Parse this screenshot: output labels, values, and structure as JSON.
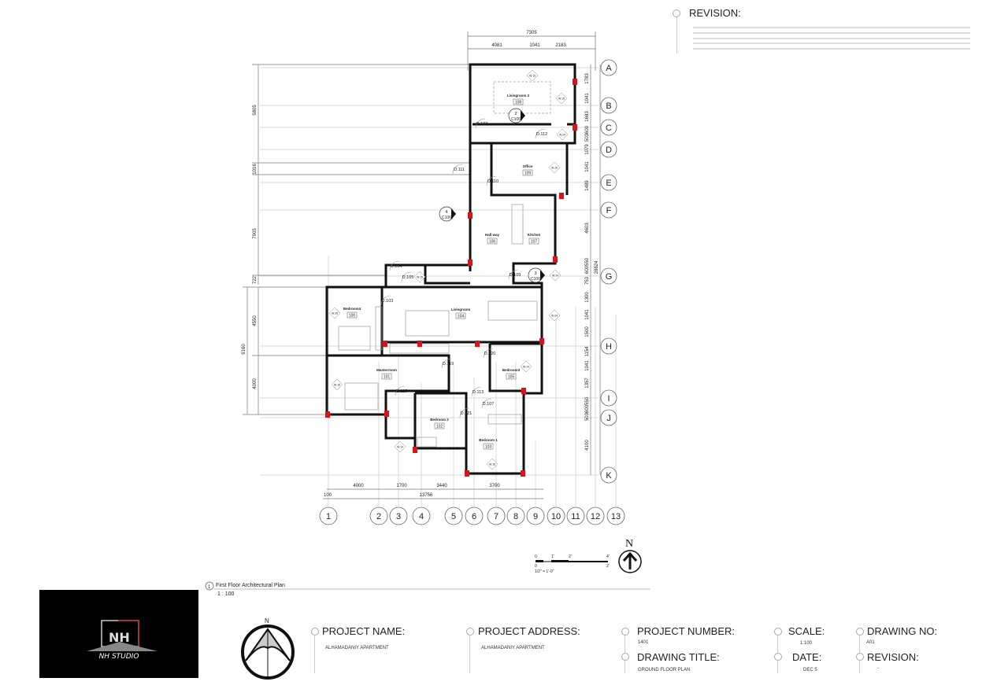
{
  "revision_block": {
    "label": "REVISION:"
  },
  "plan": {
    "rooms": [
      {
        "name": "Livingroom 2",
        "number": "108"
      },
      {
        "name": "Office",
        "number": "109"
      },
      {
        "name": "Hall way",
        "number": "106"
      },
      {
        "name": "Kitchen",
        "number": "107"
      },
      {
        "name": "Livingroom",
        "number": "104"
      },
      {
        "name": "Bedroom4",
        "number": "100"
      },
      {
        "name": "Masterroom",
        "number": "101"
      },
      {
        "name": "Bedroom3",
        "number": "105"
      },
      {
        "name": "Bedroom 2",
        "number": "102"
      },
      {
        "name": "Bedroom 1",
        "number": "103"
      }
    ],
    "doors": [
      "D.111",
      "D.110",
      "D.122",
      "D.112",
      "D.104",
      "D.105",
      "D.103",
      "D.109",
      "D.120",
      "D.119",
      "D.115",
      "D.113",
      "D.107",
      "D.121"
    ],
    "windows": [
      "W.15",
      "W.15",
      "W.24",
      "W.15",
      "W.24",
      "W.15",
      "W.15",
      "W.24",
      "W.15",
      "W.14",
      "W.16",
      "W.14"
    ],
    "section_markers": [
      {
        "num": "2",
        "sheet": "C106"
      },
      {
        "num": "4",
        "sheet": "C106"
      },
      {
        "num": "3",
        "sheet": "C106"
      }
    ],
    "grid_letters": [
      "A",
      "B",
      "C",
      "D",
      "E",
      "F",
      "G",
      "H",
      "I",
      "J",
      "K"
    ],
    "grid_numbers": [
      "1",
      "2",
      "3",
      "4",
      "5",
      "6",
      "7",
      "8",
      "9",
      "10",
      "11",
      "12",
      "13"
    ],
    "dims_top": [
      "7305",
      "4081",
      "1041",
      "2183"
    ],
    "dims_bottom": [
      "4000",
      "1700",
      "3440",
      "3700",
      "100",
      "13756"
    ],
    "dims_left": [
      "5805",
      "1016",
      "7905",
      "722",
      "4550",
      "9160",
      "4000"
    ],
    "dims_right": [
      "1783",
      "1041",
      "1683",
      "503600",
      "1079",
      "1041",
      "1489",
      "4603",
      "600550",
      "753",
      "28824",
      "1300",
      "1041",
      "1500",
      "1154",
      "1041",
      "1357",
      "503600550",
      "4100"
    ]
  },
  "scale_bar": {
    "ticks_top": [
      "0",
      "1'",
      "2'",
      "4'"
    ],
    "ticks_bottom": [
      "0",
      "2'"
    ],
    "note": "1/2\" = 1'-0\""
  },
  "north_small": {
    "label": "N"
  },
  "view_title": {
    "num": "1",
    "title": "First Floor Architectural Plan",
    "scale": "1 : 100"
  },
  "logo": {
    "text": "NH STUDIO"
  },
  "title_block": {
    "north_label": "N",
    "project_name_label": "PROJECT NAME:",
    "project_name": "ALHAMADANIY APARTMENT",
    "project_address_label": "PROJECT ADDRESS:",
    "project_address": "ALHAMADANIY APARTMENT",
    "project_number_label": "PROJECT NUMBER:",
    "project_number": "1401",
    "drawing_title_label": "DRAWING TITLE:",
    "drawing_title": "GROUND FLOOR PLAN",
    "scale_label": "SCALE:",
    "scale": "1:100",
    "date_label": "DATE:",
    "date": "DEC 5",
    "drawing_no_label": "DRAWING NO:",
    "drawing_no": "A01",
    "revision_label": "REVISION:",
    "revision": "-"
  },
  "colors": {
    "column": "#e0101a",
    "wall": "#111111",
    "grid": "#bbbbbb"
  }
}
